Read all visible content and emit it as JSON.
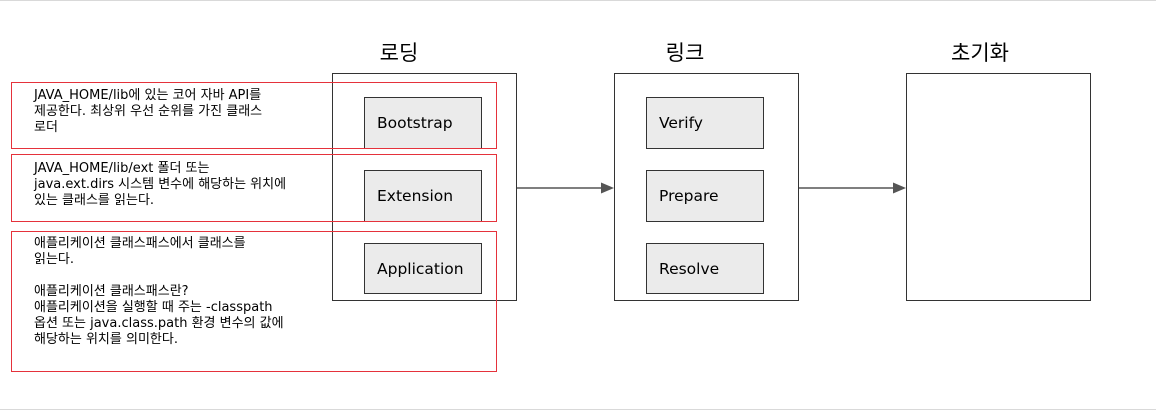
{
  "stages": {
    "loading": {
      "title": "로딩",
      "items": [
        "Bootstrap",
        "Extension",
        "Application"
      ]
    },
    "linking": {
      "title": "링크",
      "items": [
        "Verify",
        "Prepare",
        "Resolve"
      ]
    },
    "initialization": {
      "title": "초기화"
    }
  },
  "notes": {
    "bootstrap": "JAVA_HOME/lib에 있는 코어 자바 API를\n제공한다. 최상위 우선 순위를 가진 클래스\n로더",
    "extension": "JAVA_HOME/lib/ext 폴더 또는\njava.ext.dirs 시스템 변수에 해당하는 위치에\n있는 클래스를 읽는다.",
    "application": "애플리케이션 클래스패스에서 클래스를\n읽는다.\n\n애플리케이션 클래스패스란?\n애플리케이션을 실행할 때 주는 -classpath\n옵션 또는 java.class.path 환경 변수의 값에\n해당하는 위치를 의미한다."
  },
  "colors": {
    "note_border": "#e5323b",
    "inner_fill": "#ebebeb",
    "stroke": "#333333"
  }
}
